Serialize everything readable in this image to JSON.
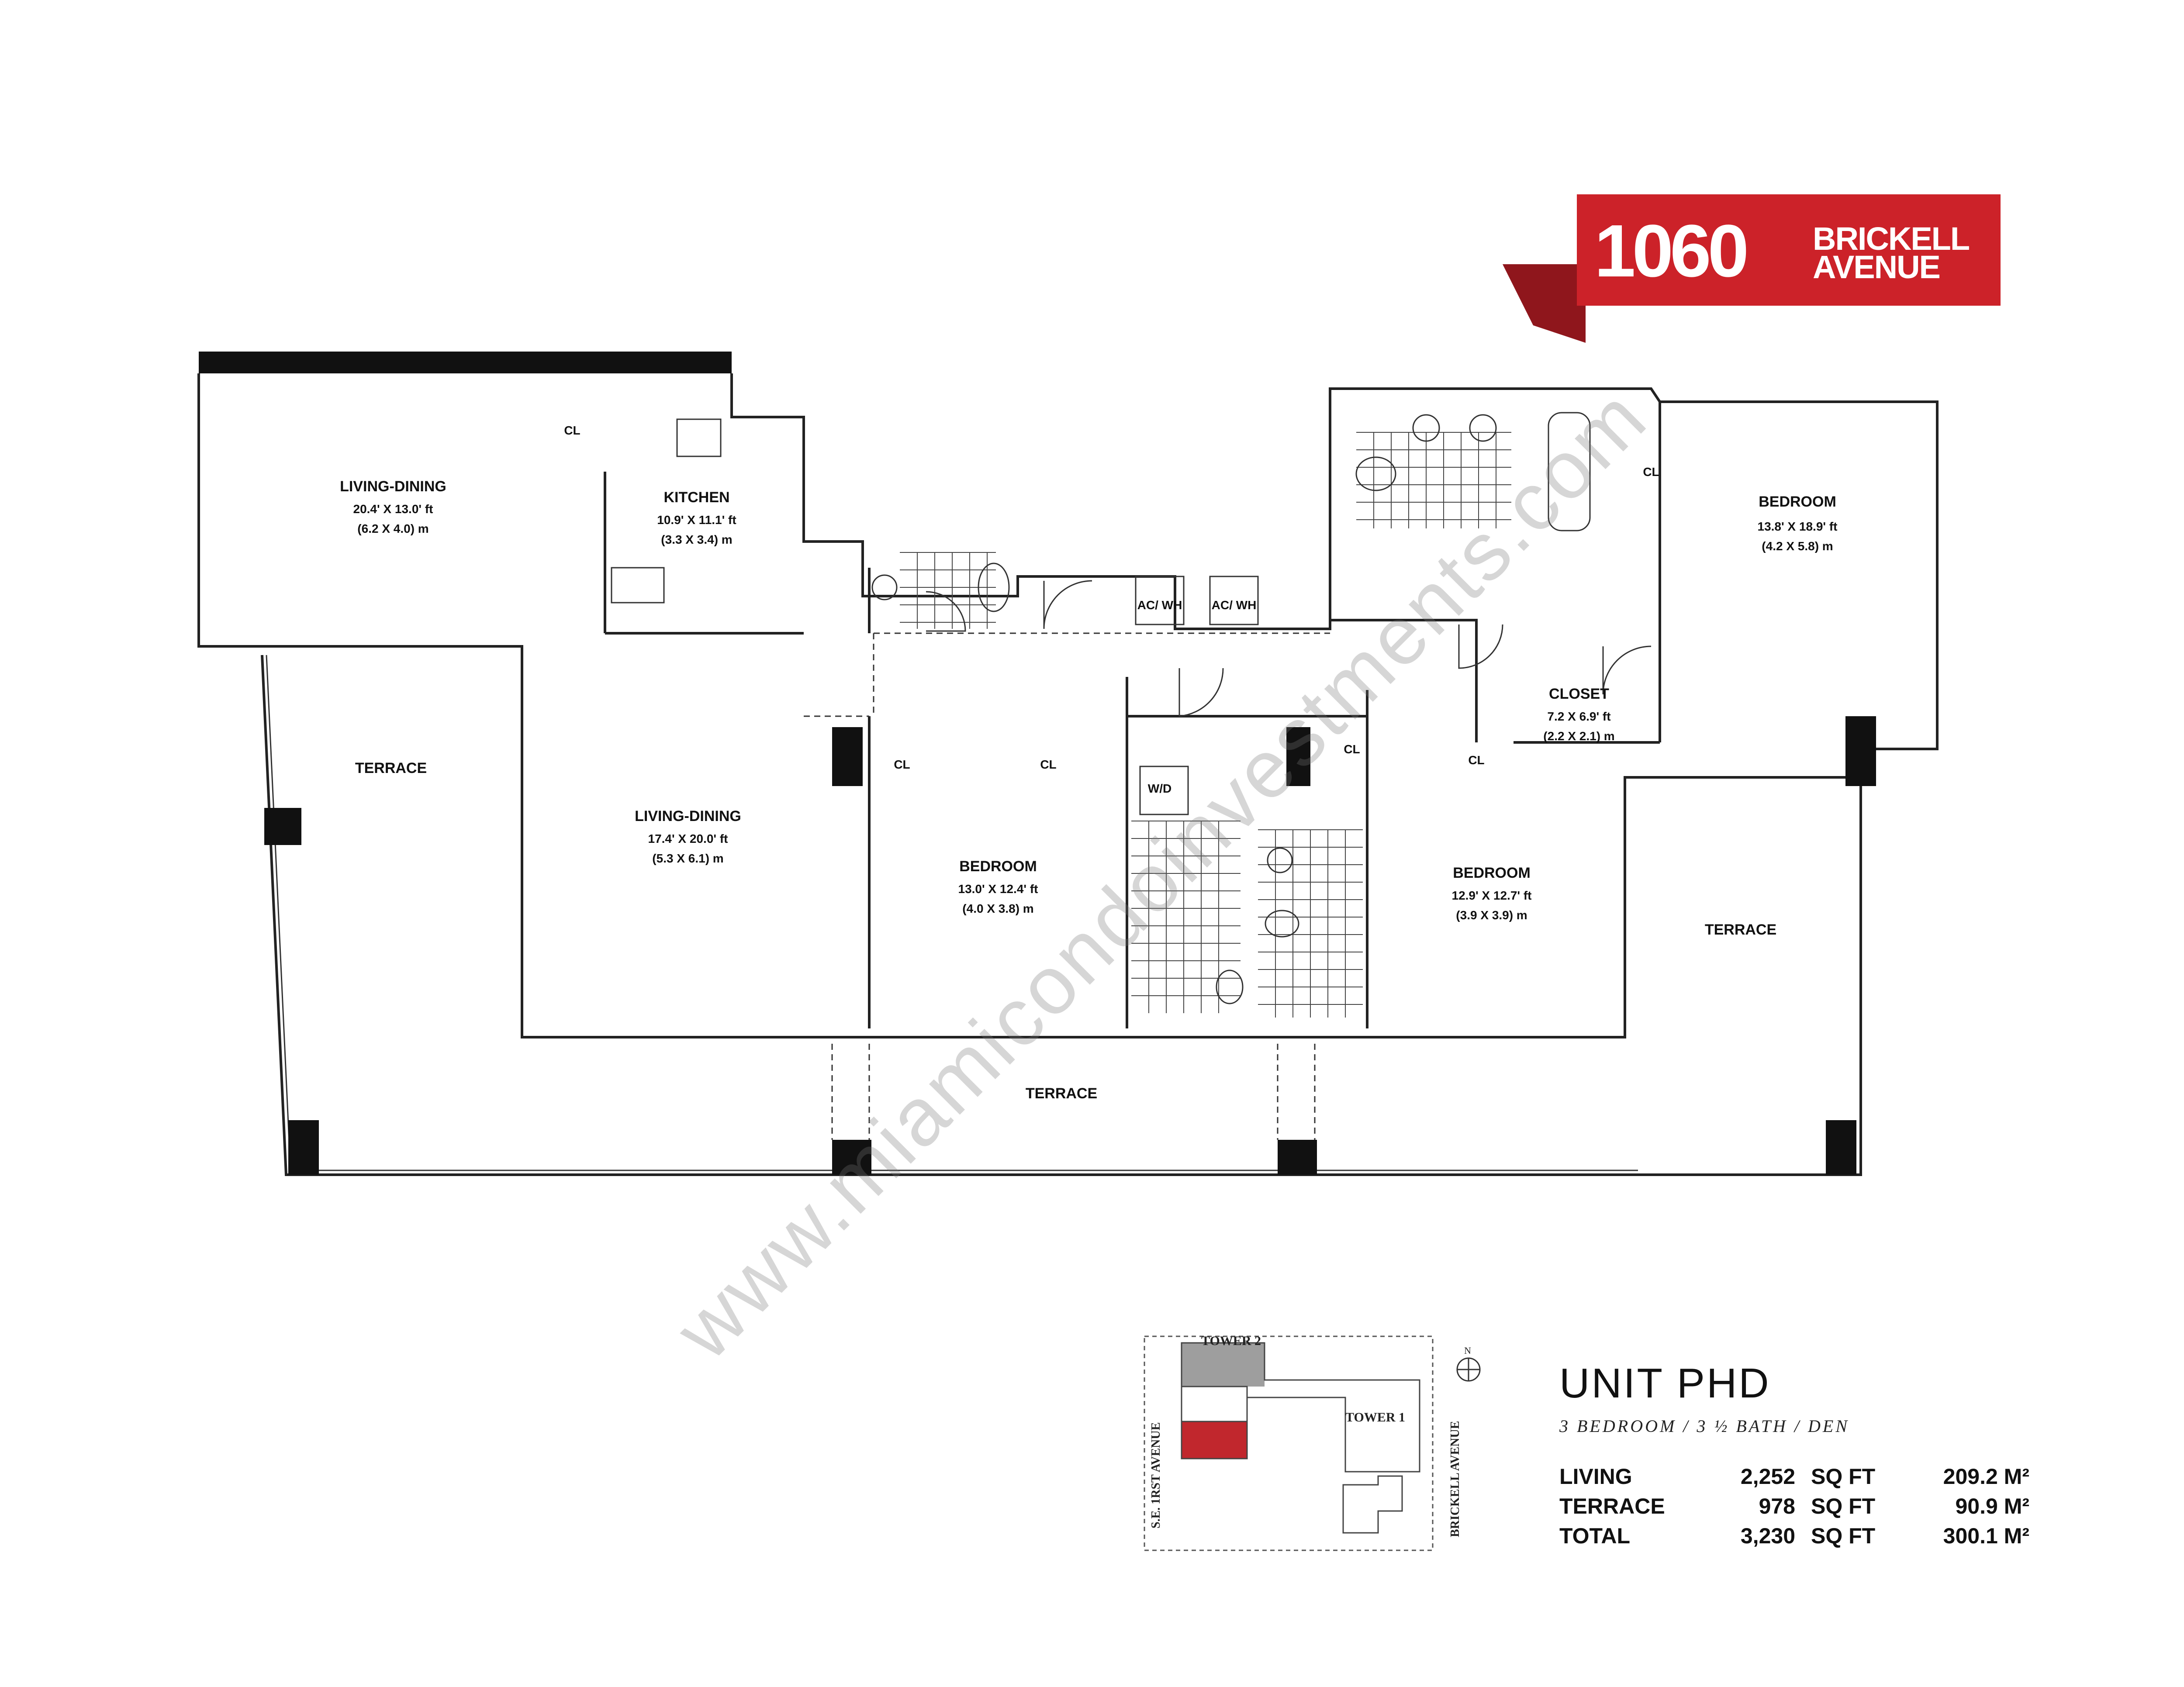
{
  "logo": {
    "number": "1060",
    "line1": "BRICKELL",
    "line2": "AVENUE",
    "color": "#cc2229"
  },
  "rooms": {
    "living_dining_1": {
      "name": "LIVING-DINING",
      "dim_ft": "20.4' X 13.0' ft",
      "dim_m": "(6.2 X 4.0) m"
    },
    "kitchen": {
      "name": "KITCHEN",
      "dim_ft": "10.9' X 11.1' ft",
      "dim_m": "(3.3 X 3.4) m"
    },
    "bedroom_master": {
      "name": "BEDROOM",
      "dim_ft": "13.8' X 18.9' ft",
      "dim_m": "(4.2 X 5.8) m"
    },
    "closet": {
      "name": "CLOSET",
      "dim_ft": "7.2 X 6.9' ft",
      "dim_m": "(2.2 X 2.1) m"
    },
    "living_dining_2": {
      "name": "LIVING-DINING",
      "dim_ft": "17.4' X 20.0' ft",
      "dim_m": "(5.3 X 6.1) m"
    },
    "bedroom_2": {
      "name": "BEDROOM",
      "dim_ft": "13.0' X 12.4' ft",
      "dim_m": "(4.0 X 3.8) m"
    },
    "bedroom_3": {
      "name": "BEDROOM",
      "dim_ft": "12.9' X 12.7' ft",
      "dim_m": "(3.9 X 3.9) m"
    },
    "terrace_west": {
      "name": "TERRACE"
    },
    "terrace_east": {
      "name": "TERRACE"
    },
    "terrace_south": {
      "name": "TERRACE"
    }
  },
  "labels": {
    "cl": "CL",
    "wd": "W/D",
    "ac_wh": "AC/ WH"
  },
  "keyplan": {
    "tower2": "TOWER 2",
    "tower1": "TOWER 1",
    "street_left": "S.E. 1RST AVENUE",
    "street_right": "BRICKELL AVENUE",
    "north": "N",
    "highlight_color": "#c1272d"
  },
  "unit": {
    "title": "UNIT PHD",
    "subtitle": "3 BEDROOM / 3 ½ BATH / DEN",
    "areas": [
      {
        "label": "LIVING",
        "sqft": "2,252",
        "unit": "SQ FT",
        "m2": "209.2 M²"
      },
      {
        "label": "TERRACE",
        "sqft": "978",
        "unit": "SQ FT",
        "m2": "90.9 M²"
      },
      {
        "label": "TOTAL",
        "sqft": "3,230",
        "unit": "SQ FT",
        "m2": "300.1 M²"
      }
    ]
  },
  "watermark": "www.miamicondoinvestments.com"
}
